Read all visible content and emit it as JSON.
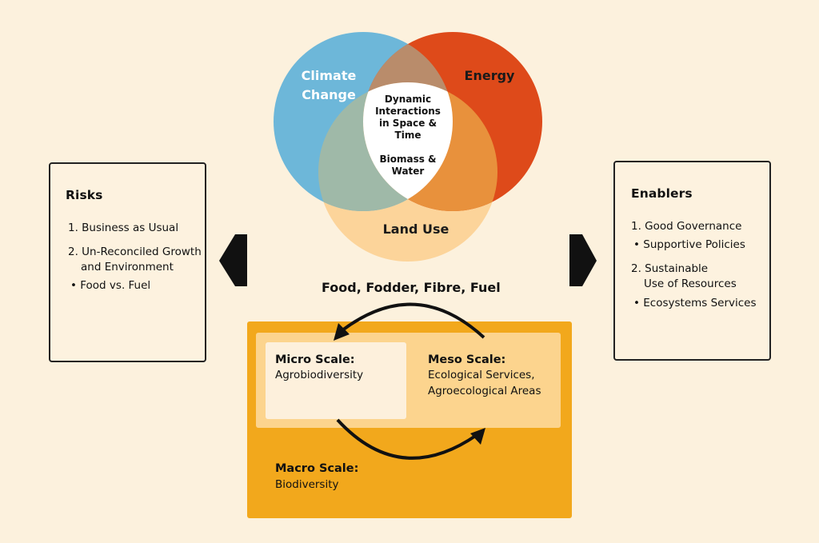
{
  "venn": {
    "climate_change": [
      "Climate",
      "Change"
    ],
    "energy": "Energy",
    "land_use": "Land Use",
    "center_top": [
      "Dynamic",
      "Interactions",
      "in Space &",
      "Time"
    ],
    "center_bottom": [
      "Biomass &",
      "Water"
    ],
    "colors": {
      "climate": "#6db7d9",
      "energy": "#de4a1a",
      "land": "#fcd49a",
      "climate_energy": "#b98c6b",
      "climate_land": "#9fb9a8",
      "energy_land": "#e8913c",
      "center": "#ffffff"
    }
  },
  "risks": {
    "title": "Risks",
    "items": [
      "1. Business as Usual",
      "2. Un-Reconciled Growth",
      "and Environment",
      "•  Food vs. Fuel"
    ]
  },
  "enablers": {
    "title": "Enablers",
    "items": [
      "1. Good Governance",
      "•  Supportive Policies",
      "2. Sustainable",
      "Use of Resources",
      "•  Ecosystems Services"
    ]
  },
  "cycle": {
    "label": "Food, Fodder, Fibre, Fuel"
  },
  "scales": {
    "micro": {
      "title": "Micro Scale:",
      "desc": "Agrobiodiversity"
    },
    "meso": {
      "title": "Meso Scale:",
      "desc": [
        "Ecological Services,",
        "Agroecological Areas"
      ]
    },
    "macro": {
      "title": "Macro Scale:",
      "desc": "Biodiversity"
    },
    "colors": {
      "macro": "#f2a81c",
      "meso": "#fcd48e",
      "micro": "#fdf0dc"
    }
  }
}
